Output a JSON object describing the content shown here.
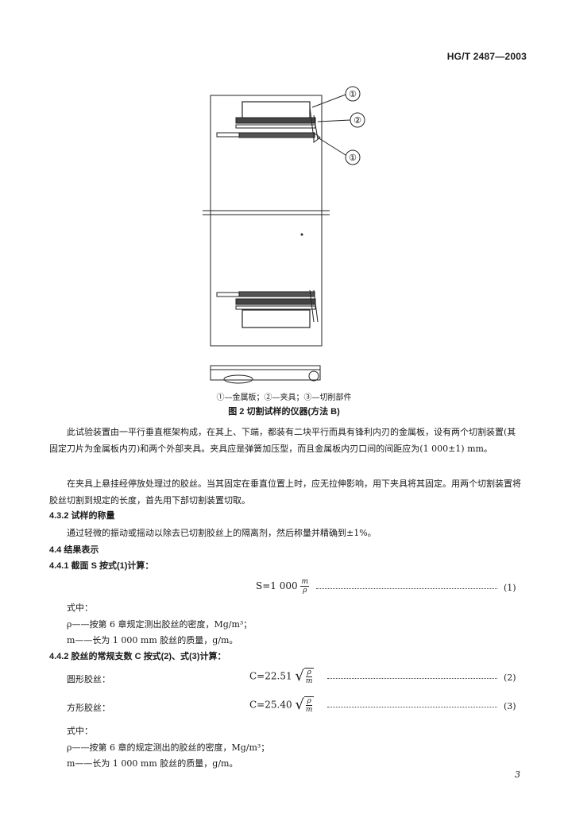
{
  "header": {
    "standard_no": "HG/T 2487—2003"
  },
  "figure": {
    "callouts": [
      "①",
      "②",
      "①"
    ],
    "legend": "①—金属板；②—夹具；③—切削部件",
    "caption": "图 2   切割试样的仪器(方法 B)"
  },
  "paragraphs": [
    "此试验装置由一平行垂直框架构成，在其上、下端，都装有二块平行而具有锋利内刃的金属板，设有两个切割装置(其固定刀片为金属板内刃)和两个外部夹具。夹具应是弹簧加压型，而且金属板内刃口间的间距应为(1 000±1) mm。",
    "在夹具上悬挂经停放处理过的胶丝。当其固定在垂直位置上时，应无拉伸影响，用下夹具将其固定。用两个切割装置将胶丝切割到规定的长度，首先用下部切割装置切取。"
  ],
  "sections": {
    "s432_title": "4.3.2   试样的称量",
    "s432_text": "通过轻微的振动或摇动以除去已切割胶丝上的隔离剂，然后称量并精确到±1%。",
    "s44_title": "4.4   结果表示",
    "s441_title": "4.4.1   截面 S 按式(1)计算：",
    "s442_title": "4.4.2   胶丝的常规支数 C 按式(2)、式(3)计算："
  },
  "formulas": {
    "f1_lhs": "S=1 000",
    "f1_num": "m",
    "f1_den": "ρ",
    "f1_no": "(1)",
    "f2_label": "圆形胶丝：",
    "f2_lhs": "C=22.51",
    "f2_num": "ρ",
    "f2_den": "m",
    "f2_no": "(2)",
    "f3_label": "方形胶丝：",
    "f3_lhs": "C=25.40",
    "f3_num": "ρ",
    "f3_den": "m",
    "f3_no": "(3)"
  },
  "where_blocks": {
    "where1": "式中：",
    "rho_def1": "ρ——按第 6 章规定测出胶丝的密度，Mg/m³；",
    "m_def1": "m——长为 1 000 mm 胶丝的质量，g/m。",
    "where2": "式中：",
    "rho_def2": "ρ——按第 6 章的规定测出的胶丝的密度，Mg/m³；",
    "m_def2": "m——长为 1 000 mm 胶丝的质量，g/m。"
  },
  "page_number": "3"
}
